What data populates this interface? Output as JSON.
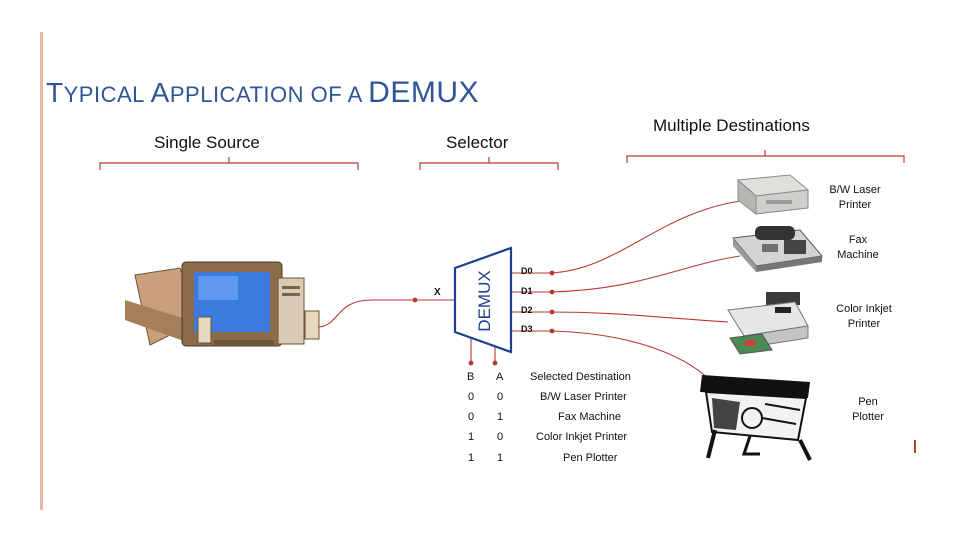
{
  "title": {
    "part1_cap": "T",
    "part1_rest": "YPICAL ",
    "part2_cap": "A",
    "part2_rest": "PPLICATION OF A ",
    "part3": "DEMUX"
  },
  "groups": {
    "source": "Single Source",
    "selector": "Selector",
    "destinations": "Multiple Destinations"
  },
  "demux": {
    "block_label": "DEMUX",
    "input_label": "X",
    "outputs": [
      "D0",
      "D1",
      "D2",
      "D3"
    ]
  },
  "devices": {
    "bw_laser": "B/W Laser\nPrinter",
    "fax": "Fax\nMachine",
    "color_inkjet": "Color Inkjet\nPrinter",
    "pen_plotter": "Pen\nPlotter"
  },
  "truth_table": {
    "headers": [
      "B",
      "A",
      "Selected Destination"
    ],
    "rows": [
      [
        "0",
        "0",
        "B/W Laser Printer"
      ],
      [
        "0",
        "1",
        "Fax Machine"
      ],
      [
        "1",
        "0",
        "Color Inkjet Printer"
      ],
      [
        "1",
        "1",
        "Pen Plotter"
      ]
    ]
  },
  "colors": {
    "title": "#2f5597",
    "wire": "#b83a2e",
    "bracket": "#b83a2e"
  }
}
